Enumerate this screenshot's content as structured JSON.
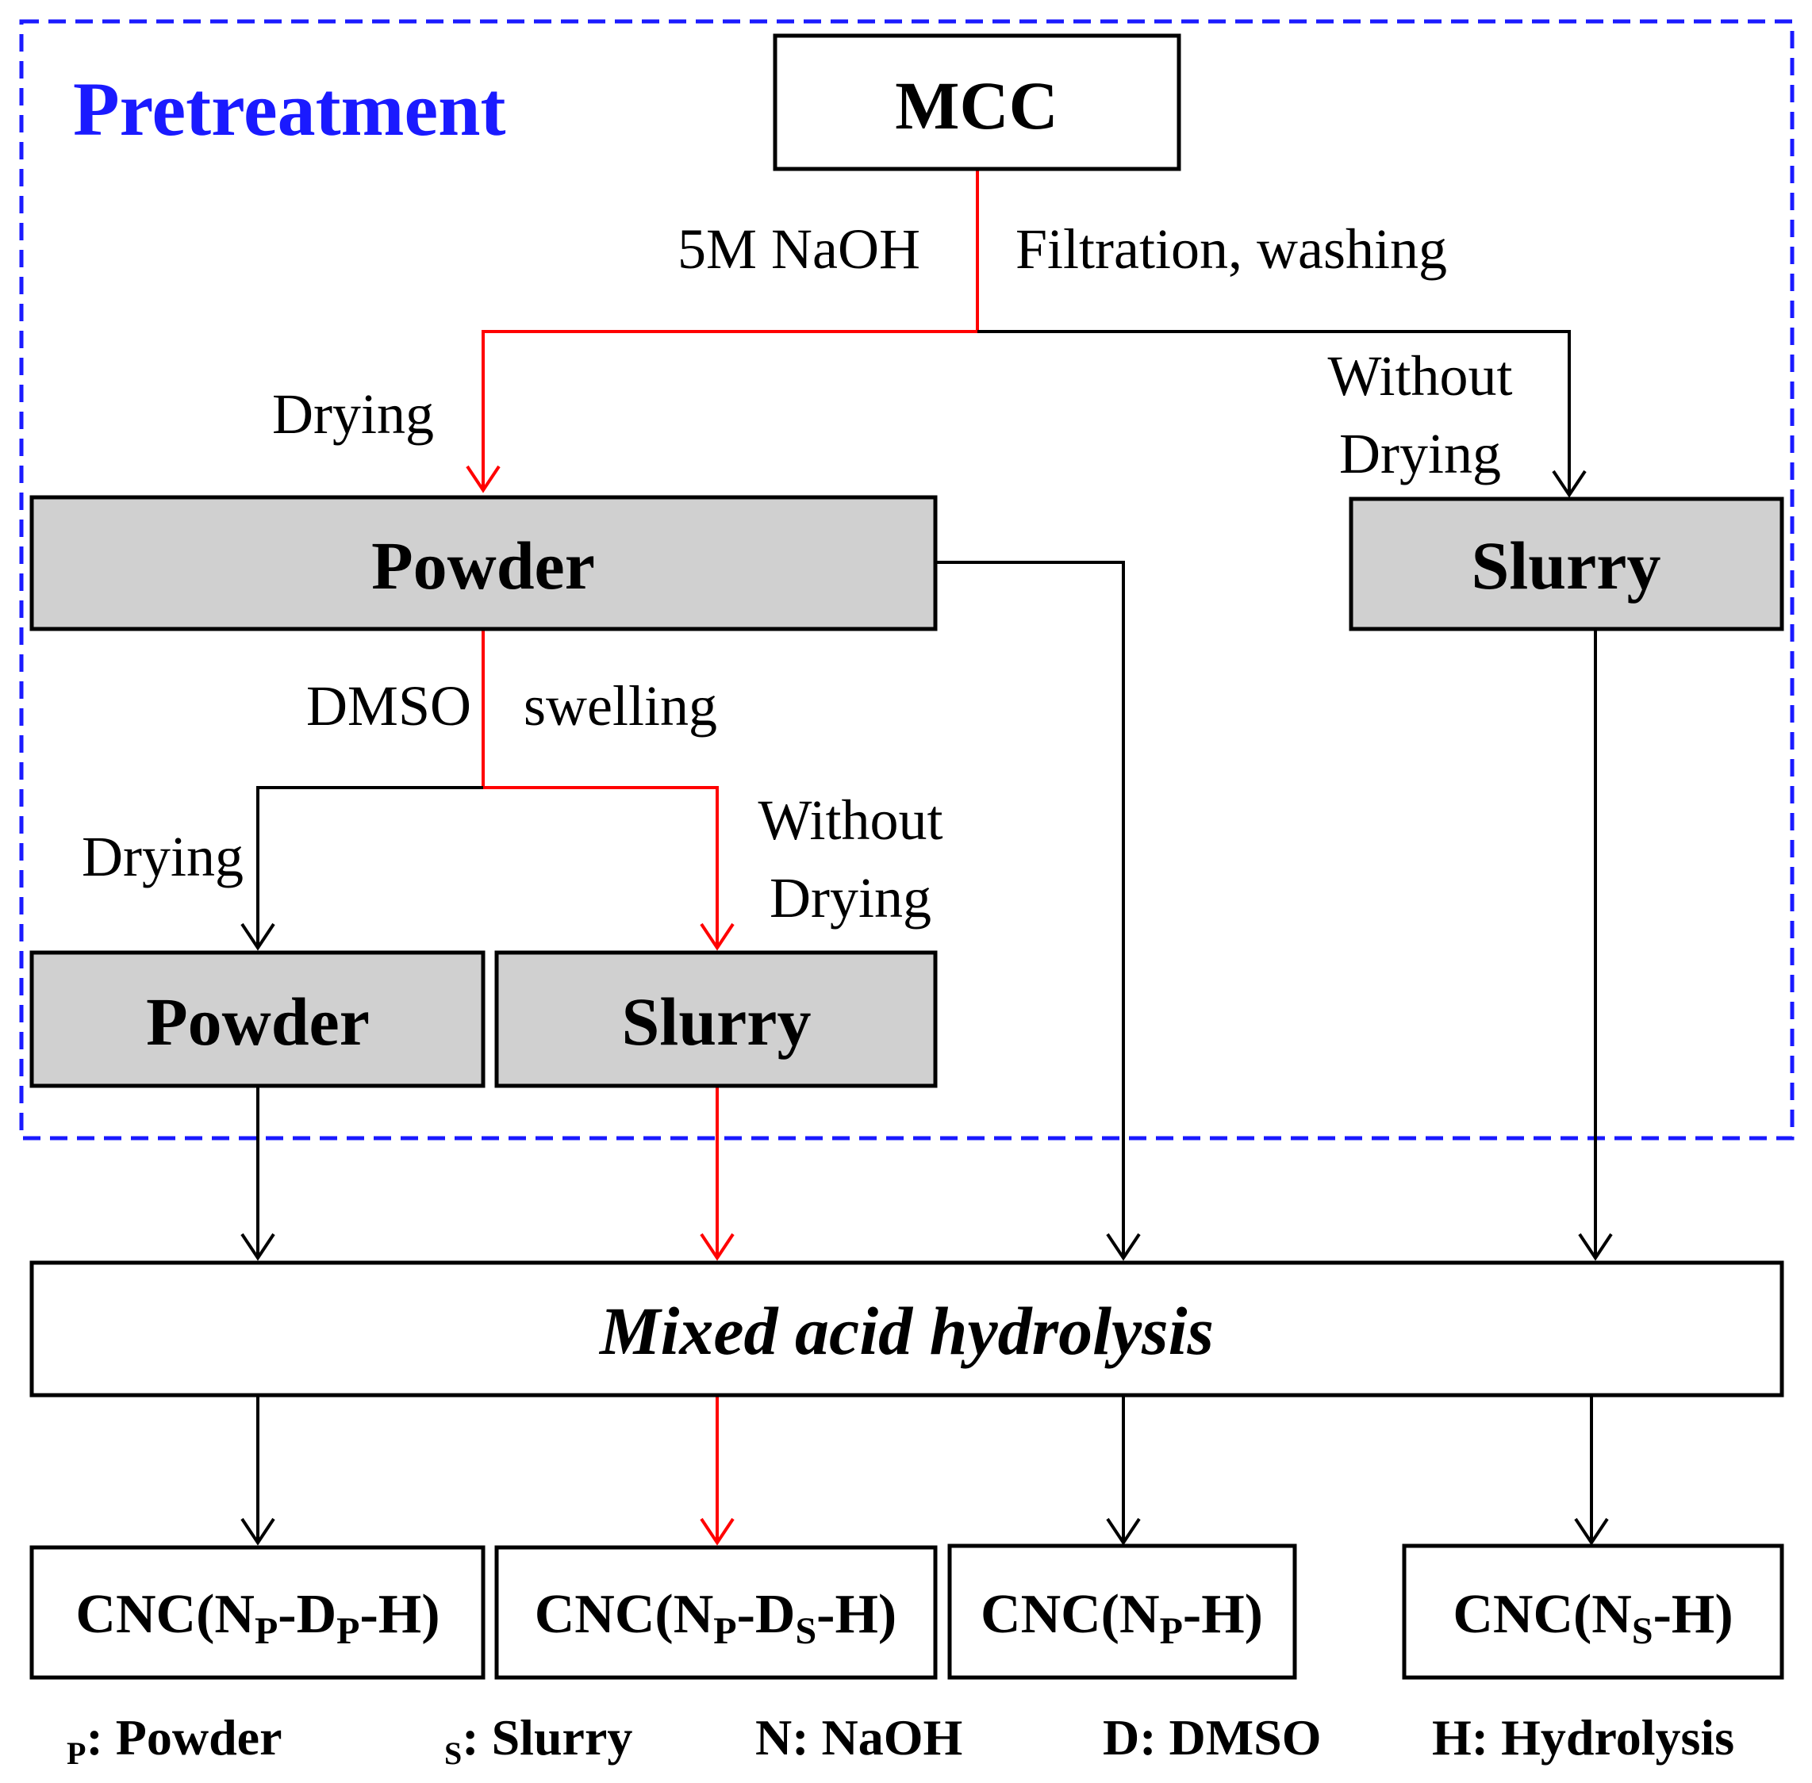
{
  "section_label": "Pretreatment",
  "colors": {
    "region_border": "#1a1aff",
    "section_label": "#1a1aff",
    "red_path": "#ff0000",
    "black_path": "#000000",
    "gray_box": "#d0d0d0"
  },
  "nodes": {
    "mcc": "MCC",
    "powder_top": "Powder",
    "slurry_right": "Slurry",
    "powder_bottom": "Powder",
    "slurry_bottom": "Slurry",
    "hydrolysis": "Mixed acid hydrolysis"
  },
  "edge_labels": {
    "naoh": "5M NaOH",
    "filtration": "Filtration, washing",
    "drying_1": "Drying",
    "without_1": "Without",
    "drying_without_1": "Drying",
    "dmso": "DMSO",
    "swelling": "swelling",
    "drying_2": "Drying",
    "without_2": "Without",
    "drying_without_2": "Drying"
  },
  "products": {
    "p1": {
      "prefix": "CNC(N",
      "s1": "P",
      "mid": "-D",
      "s2": "P",
      "suffix": "-H)"
    },
    "p2": {
      "prefix": "CNC(N",
      "s1": "P",
      "mid": "-D",
      "s2": "S",
      "suffix": "-H)"
    },
    "p3": {
      "prefix": "CNC(N",
      "s1": "P",
      "suffix": "-H)"
    },
    "p4": {
      "prefix": "CNC(N",
      "s1": "S",
      "suffix": "-H)"
    }
  },
  "legend": {
    "p_sub": "P",
    "p_text": ": Powder",
    "s_sub": "S",
    "s_text": ": Slurry",
    "n": "N: NaOH",
    "d": "D: DMSO",
    "h": "H: Hydrolysis"
  }
}
